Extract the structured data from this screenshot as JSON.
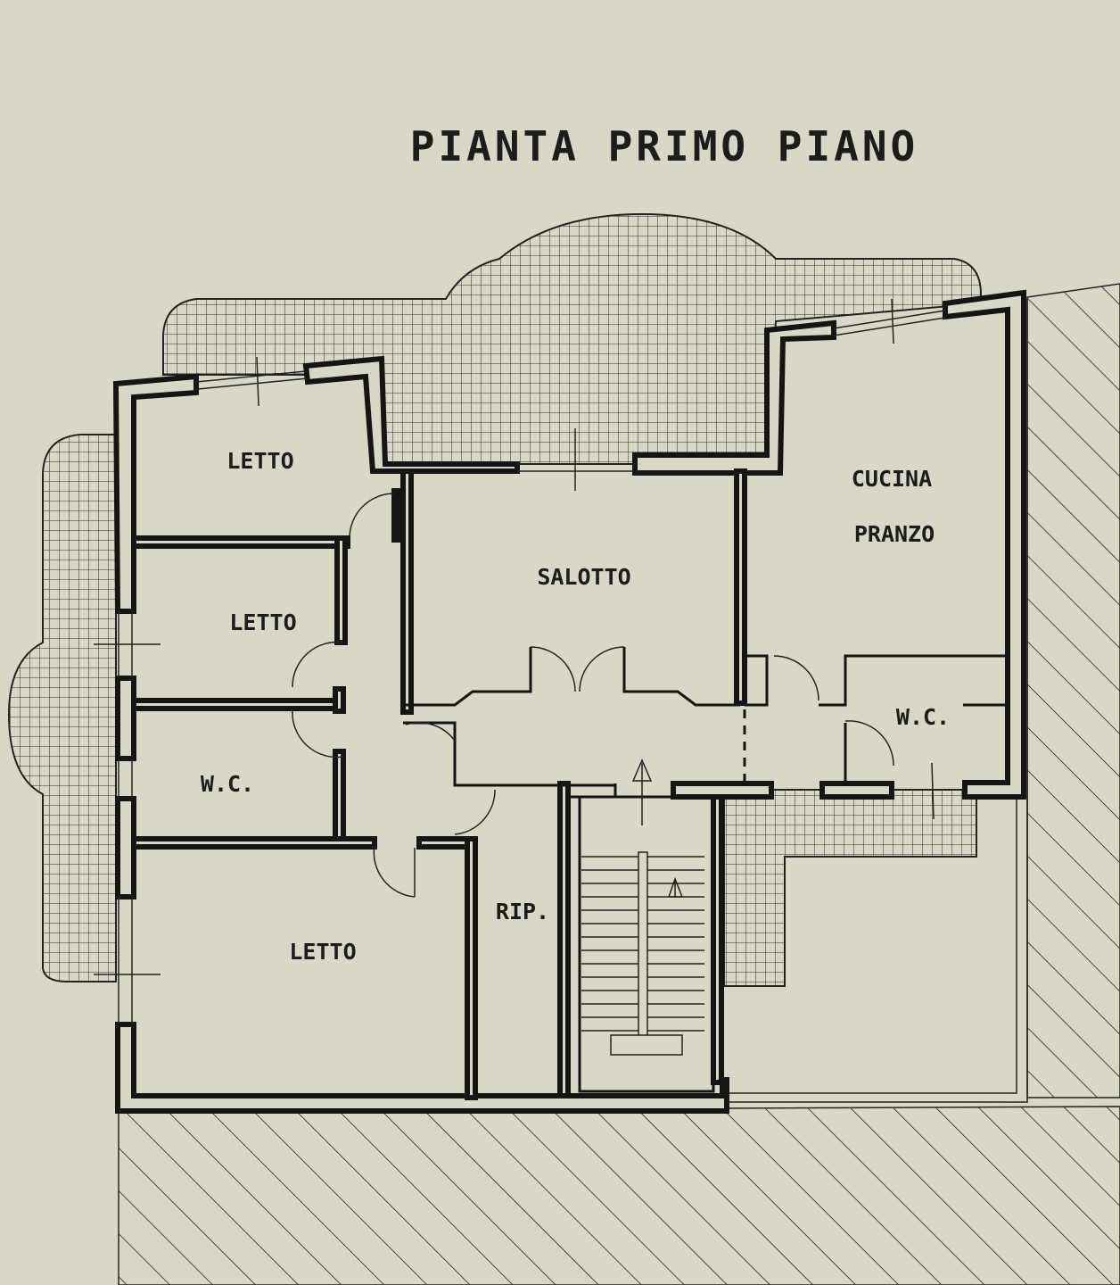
{
  "title": "PIANTA PRIMO PIANO",
  "rooms": {
    "letto_top": "LETTO",
    "letto_mid": "LETTO",
    "wc_left": "W.C.",
    "letto_bottom": "LETTO",
    "salotto": "SALOTTO",
    "cucina": "CUCINA",
    "pranzo": "PRANZO",
    "wc_right": "W.C.",
    "rip": "RIP."
  },
  "colors": {
    "paper": "#d9d8c6",
    "ink": "#151515"
  }
}
